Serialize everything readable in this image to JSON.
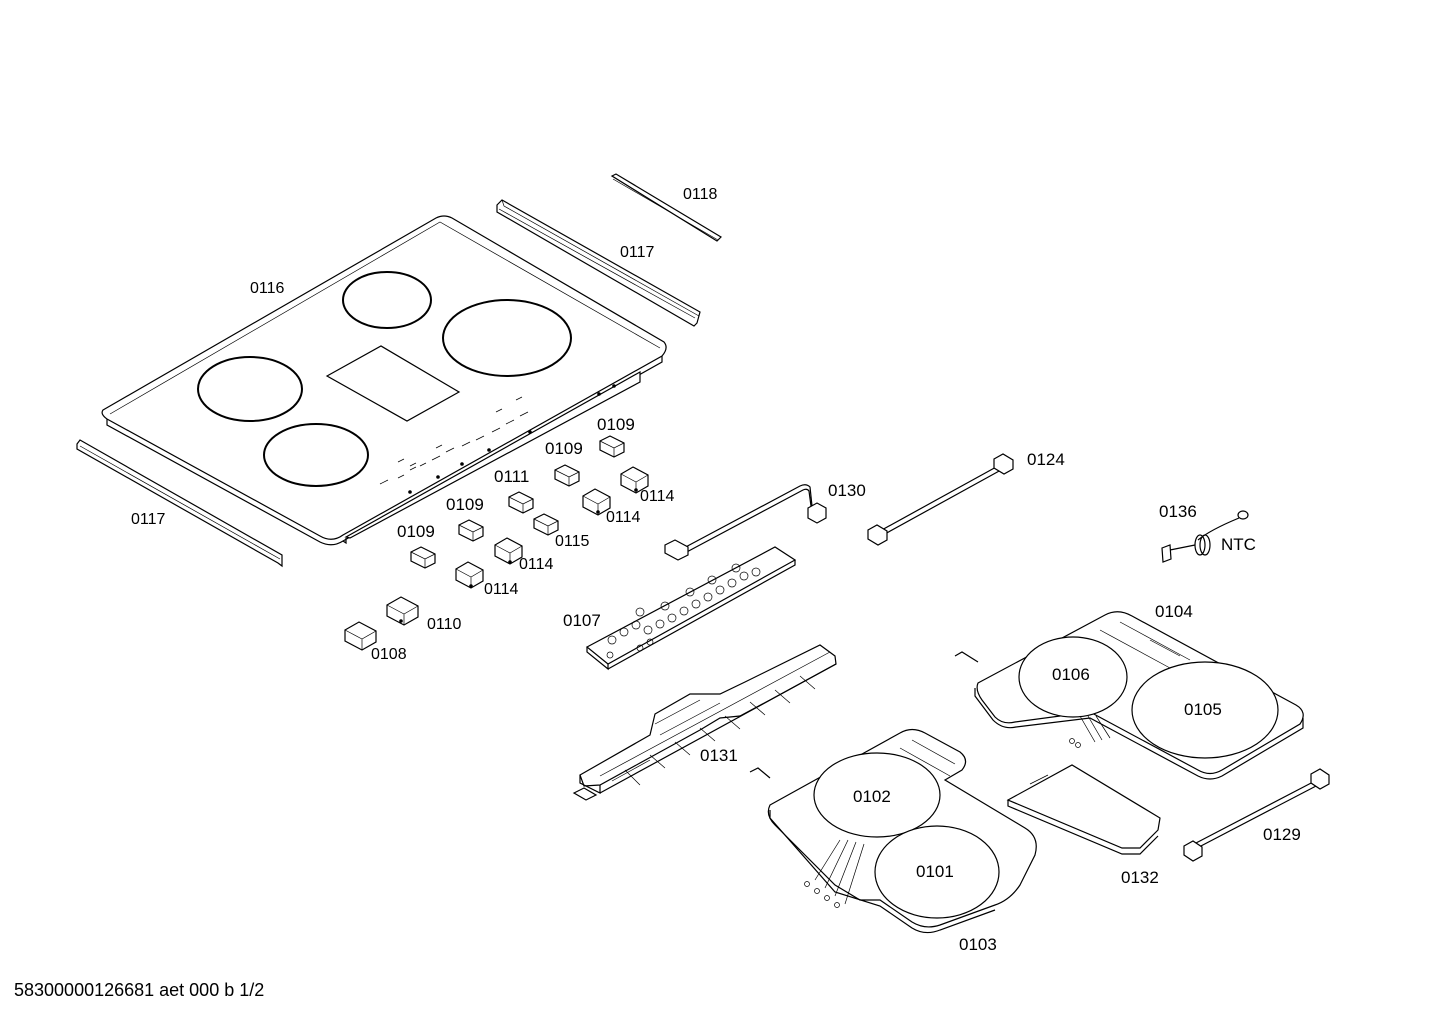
{
  "labels": {
    "p0101": "0101",
    "p0102": "0102",
    "p0103": "0103",
    "p0104": "0104",
    "p0105": "0105",
    "p0106": "0106",
    "p0107": "0107",
    "p0108": "0108",
    "p0109": "0109",
    "p0110": "0110",
    "p0111": "0111",
    "p0114": "0114",
    "p0115": "0115",
    "p0116": "0116",
    "p0117": "0117",
    "p0118": "0118",
    "p0124": "0124",
    "p0129": "0129",
    "p0130": "0130",
    "p0131": "0131",
    "p0132": "0132",
    "p0136": "0136",
    "ntc": "NTC"
  },
  "footer": {
    "code": "58300000126681 aet 000 b 1/2"
  }
}
